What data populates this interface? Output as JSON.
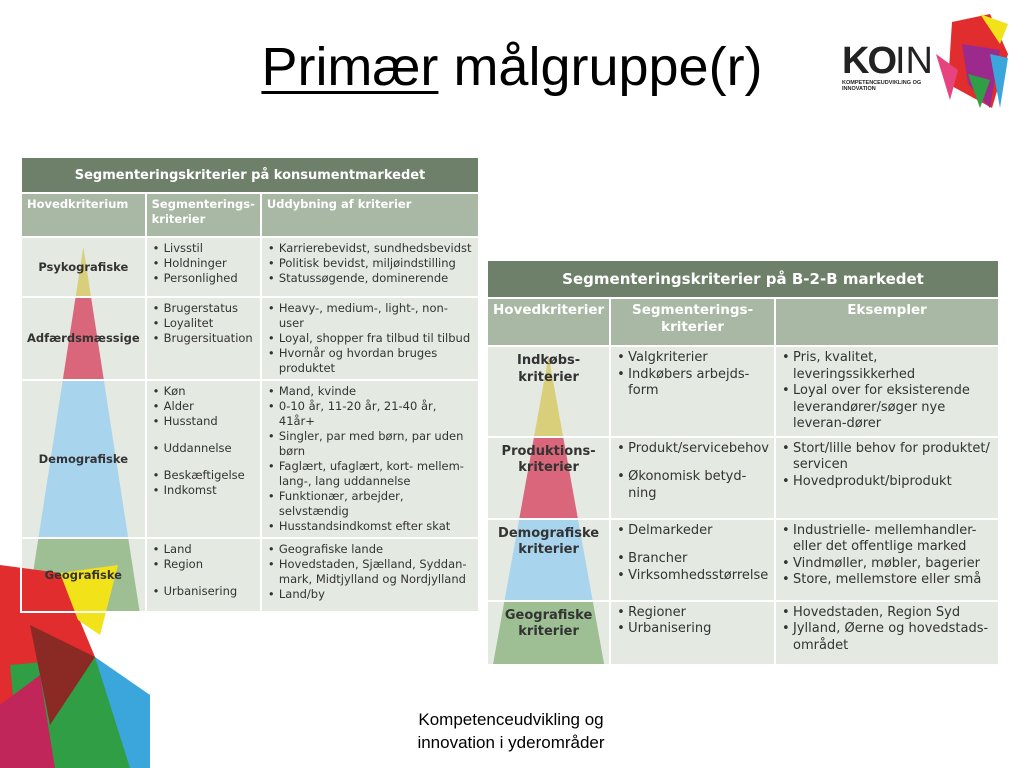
{
  "title": {
    "underlined": "Primær",
    "rest": "målgruppe(r)"
  },
  "logo": {
    "ko": "KO",
    "in": "IN",
    "subtitle_line1": "KOMPETENCEUDVIKLING OG",
    "subtitle_line2": "INNOVATION"
  },
  "footer": {
    "line1": "Kompetenceudvikling og",
    "line2": "innovation i yderområder"
  },
  "colors": {
    "header": "#6f806a",
    "colheader": "#a9b8a4",
    "cell": "#e4e9e2",
    "yellow": "#d9cf7b",
    "pink": "#d9667a",
    "blue": "#a9d4ee",
    "green": "#9dbf93"
  },
  "consumer_table": {
    "title": "Segmenteringskriterier på konsumentmarkedet",
    "col_headers": [
      "Hovedkriterium",
      "Segmenterings-kriterier",
      "Uddybning af kriterier"
    ],
    "rows": [
      {
        "criterion": "Psykografiske",
        "segments": [
          "Livsstil",
          "Holdninger",
          "Personlighed"
        ],
        "details": [
          "Karrierebevidst, sundhedsbevidst",
          "Politisk bevidst, miljøindstilling",
          "Statussøgende, dominerende"
        ]
      },
      {
        "criterion": "Adfærdsmæssige",
        "segments": [
          "Brugerstatus",
          "Loyalitet",
          "Brugersituation"
        ],
        "details": [
          "Heavy-, medium-, light-, non-user",
          "Loyal, shopper fra tilbud til tilbud",
          "Hvornår og hvordan bruges produktet"
        ]
      },
      {
        "criterion": "Demografiske",
        "segments": [
          "Køn",
          "Alder",
          "Husstand",
          "Uddannelse",
          "Beskæftigelse",
          "Indkomst"
        ],
        "details": [
          "Mand, kvinde",
          "0-10 år, 11-20 år, 21-40 år, 41år+",
          "Singler, par med børn, par uden børn",
          "Faglært, ufaglært, kort- mellem- lang-, lang uddannelse",
          "Funktionær, arbejder, selvstændig",
          "Husstandsindkomst efter skat"
        ]
      },
      {
        "criterion": "Geografiske",
        "segments": [
          "Land",
          "Region",
          "Urbanisering"
        ],
        "details": [
          "Geografiske lande",
          "Hovedstaden, Sjælland, Syddan-mark, Midtjylland og Nordjylland",
          "Land/by"
        ]
      }
    ]
  },
  "b2b_table": {
    "title": "Segmenteringskriterier på B-2-B markedet",
    "col_headers": [
      "Hovedkriterier",
      "Segmenterings-kriterier",
      "Eksempler"
    ],
    "rows": [
      {
        "criterion": "Indkøbs-kriterier",
        "segments": [
          "Valgkriterier",
          "Indkøbers arbejds-form"
        ],
        "examples": [
          "Pris, kvalitet, leveringssikkerhed",
          "Loyal over for eksisterende leverandører/søger nye leveran-dører"
        ]
      },
      {
        "criterion": "Produktions-kriterier",
        "segments": [
          "Produkt/servicebehov",
          "Økonomisk betyd-ning"
        ],
        "examples": [
          "Stort/lille behov for produktet/ servicen",
          "Hovedprodukt/biprodukt"
        ]
      },
      {
        "criterion": "Demografiske kriterier",
        "segments": [
          "Delmarkeder",
          "Brancher",
          "Virksomhedsstørrelse"
        ],
        "examples": [
          "Industrielle- mellemhandler- eller det offentlige marked",
          "Vindmøller, møbler, bagerier",
          "Store, mellemstore eller små"
        ]
      },
      {
        "criterion": "Geografiske kriterier",
        "segments": [
          "Regioner",
          "Urbanisering"
        ],
        "examples": [
          "Hovedstaden, Region Syd",
          "Jylland, Øerne og hovedstads-området"
        ]
      }
    ]
  }
}
